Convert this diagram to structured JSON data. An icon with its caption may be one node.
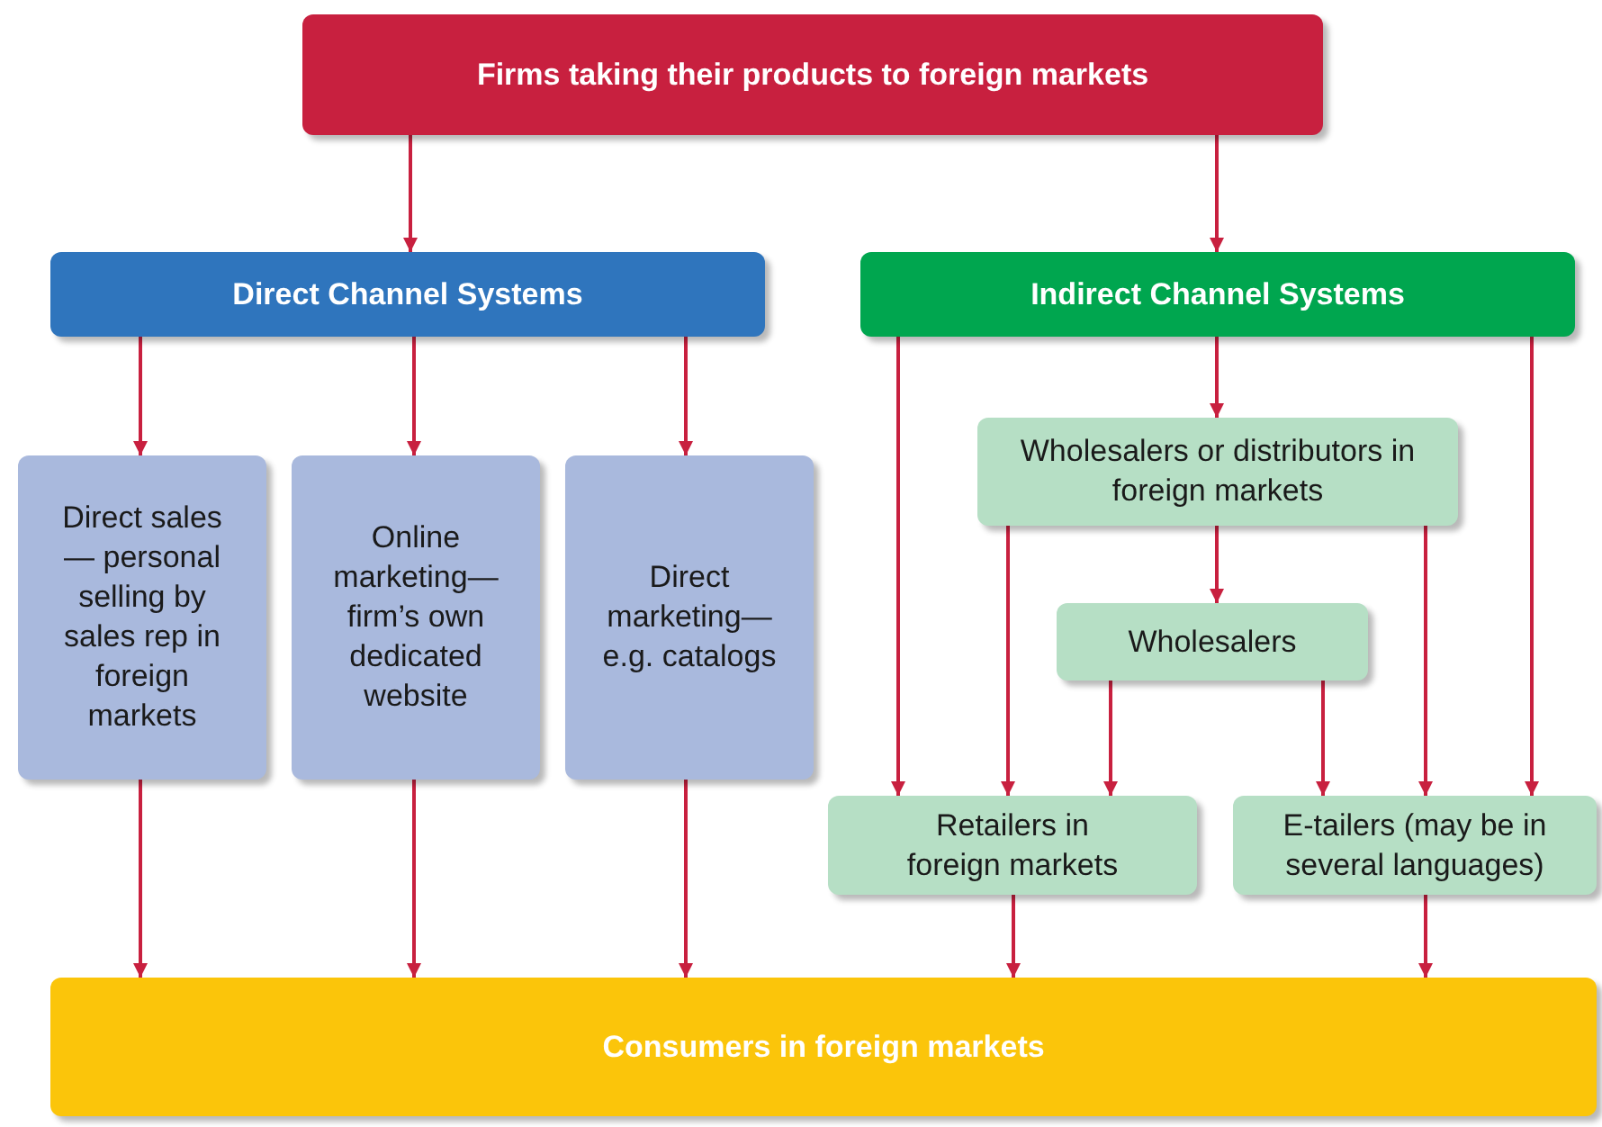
{
  "diagram": {
    "nodes": [
      {
        "text": [
          "Firms taking their products to foreign markets"
        ]
      },
      {
        "text": [
          "Direct Channel Systems"
        ]
      },
      {
        "text": [
          "Indirect Channel Systems"
        ]
      },
      {
        "text": [
          "Direct sales— personal selling by sales rep in foreign markets"
        ]
      },
      {
        "text": [
          "Online marketing— firm’s own dedicated website"
        ]
      },
      {
        "text": [
          "Direct marketing— e.g. catalogs"
        ]
      },
      {
        "text": [
          "Wholesalers or distributors in foreign markets"
        ]
      },
      {
        "text": [
          "Wholesalers"
        ]
      },
      {
        "text": [
          "Retailers in foreign markets"
        ]
      },
      {
        "text": [
          "E-tailers (may be in several languages)"
        ]
      },
      {
        "text": [
          "Consumers in foreign markets"
        ]
      }
    ],
    "edges": [
      {
        "from": 0,
        "to": 1,
        "arrow": "to"
      },
      {
        "from": 0,
        "to": 2,
        "arrow": "to"
      },
      {
        "from": 1,
        "to": 3,
        "arrow": "to"
      },
      {
        "from": 1,
        "to": 4,
        "arrow": "to"
      },
      {
        "from": 1,
        "to": 5,
        "arrow": "to"
      },
      {
        "from": 2,
        "to": 8,
        "arrow": "to"
      },
      {
        "from": 2,
        "to": 6,
        "arrow": "to"
      },
      {
        "from": 2,
        "to": 9,
        "arrow": "to"
      },
      {
        "from": 6,
        "to": 8,
        "arrow": "to"
      },
      {
        "from": 6,
        "to": 7,
        "arrow": "to"
      },
      {
        "from": 6,
        "to": 9,
        "arrow": "to"
      },
      {
        "from": 7,
        "to": 8,
        "arrow": "to"
      },
      {
        "from": 7,
        "to": 9,
        "arrow": "to"
      },
      {
        "from": 3,
        "to": 10,
        "arrow": "to"
      },
      {
        "from": 4,
        "to": 10,
        "arrow": "to"
      },
      {
        "from": 5,
        "to": 10,
        "arrow": "to"
      },
      {
        "from": 8,
        "to": 10,
        "arrow": "to"
      },
      {
        "from": 9,
        "to": 10,
        "arrow": "to"
      }
    ]
  }
}
